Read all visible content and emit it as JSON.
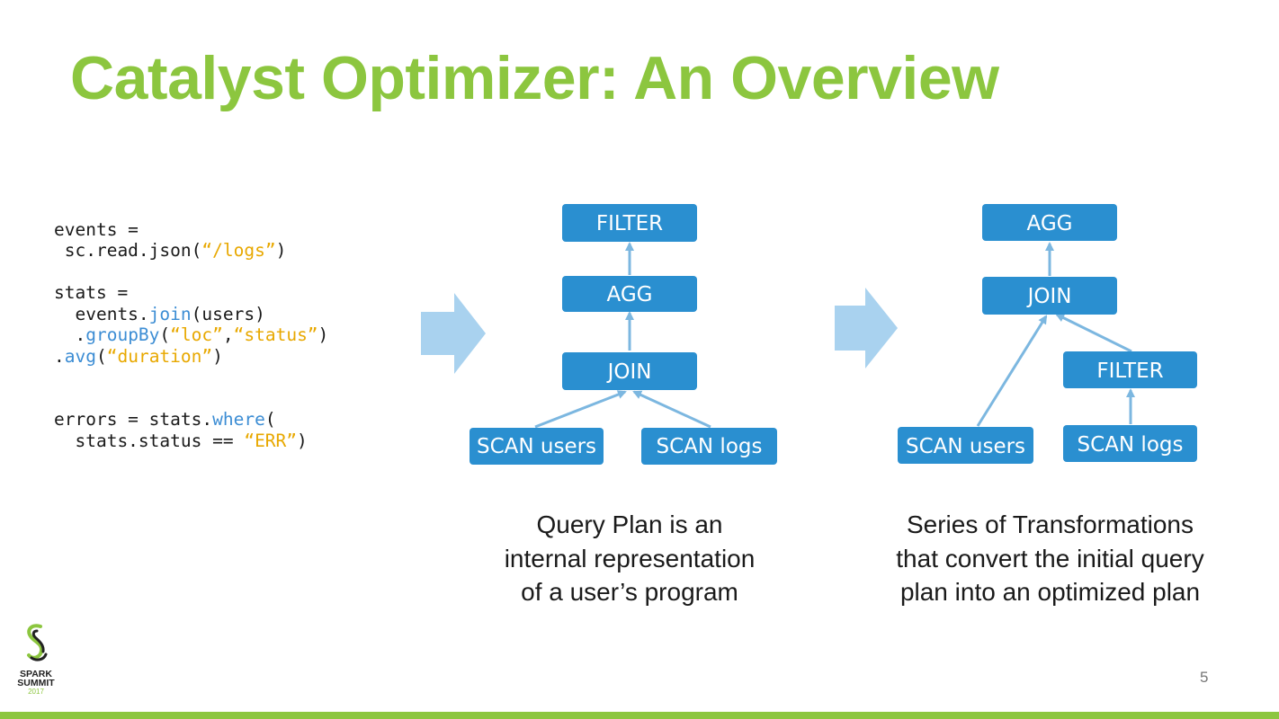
{
  "slide": {
    "title": "Catalyst Optimizer: An Overview",
    "page_number": "5"
  },
  "code": {
    "l1": "events =",
    "l2a": " sc.read.json(",
    "l2b": "“/logs”",
    "l2c": ")",
    "l4": "stats =",
    "l5a": "  events.",
    "l5b": "join",
    "l5c": "(users)",
    "l6a": "  .",
    "l6b": "groupBy",
    "l6c": "(",
    "l6d": "“loc”",
    "l6e": ",",
    "l6f": "“status”",
    "l6g": ")",
    "l7a": ".",
    "l7b": "avg",
    "l7c": "(",
    "l7d": "“duration”",
    "l7e": ")",
    "l10a": "errors = stats.",
    "l10b": "where",
    "l10c": "(",
    "l11a": "  stats.status == ",
    "l11b": "“ERR”",
    "l11c": ")"
  },
  "query_plan": {
    "nodes": {
      "filter": "FILTER",
      "agg": "AGG",
      "join": "JOIN",
      "scan_users": "SCAN users",
      "scan_logs": "SCAN logs"
    },
    "caption": [
      "Query Plan is an",
      "internal representation",
      "of a user’s program"
    ]
  },
  "optimized_plan": {
    "nodes": {
      "agg": "AGG",
      "join": "JOIN",
      "filter": "FILTER",
      "scan_users": "SCAN users",
      "scan_logs": "SCAN logs"
    },
    "caption": [
      "Series of Transformations",
      "that convert the initial query",
      "plan into an optimized plan"
    ]
  },
  "logo": {
    "word1": "SPARK",
    "word2": "SUMMIT",
    "year": "2017"
  },
  "colors": {
    "title_green": "#8cc63f",
    "node_blue": "#2a8fd0",
    "arrow_light_blue": "#a9d2ef",
    "code_blue": "#3c8dd4",
    "code_yellow": "#e8a800"
  }
}
